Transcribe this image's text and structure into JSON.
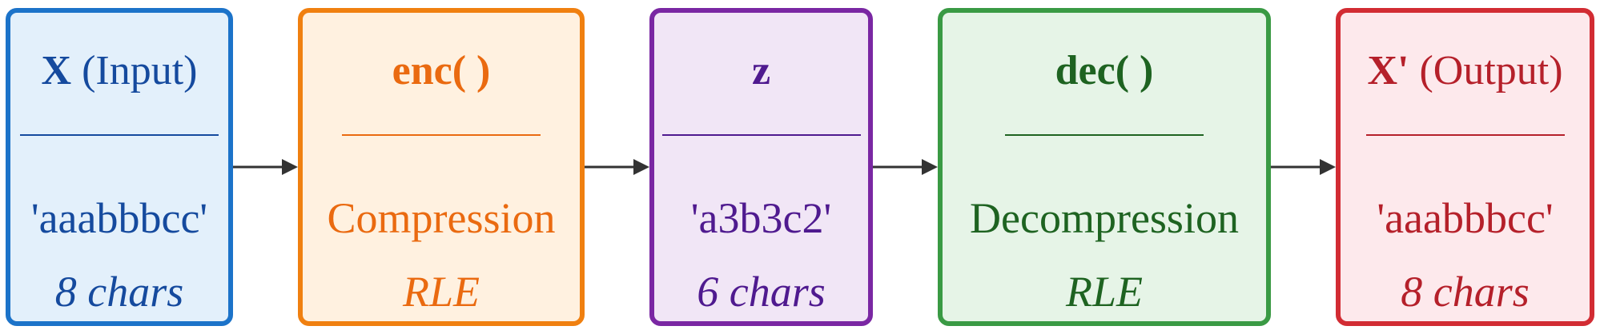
{
  "colors": {
    "input": {
      "fill": "#e3f0fb",
      "border": "#1c73c9",
      "text": "#154a9e"
    },
    "enc": {
      "fill": "#fff1e0",
      "border": "#f08010",
      "text": "#ea6a10"
    },
    "z": {
      "fill": "#f1e6f6",
      "border": "#7a27a3",
      "text": "#4f1a8f"
    },
    "dec": {
      "fill": "#e6f4e7",
      "border": "#3a9a44",
      "text": "#1e6321"
    },
    "output": {
      "fill": "#fde9ec",
      "border": "#d22c33",
      "text": "#b5202a"
    },
    "arrow": "#333333"
  },
  "nodes": {
    "input": {
      "symbol": "X",
      "label": " (Input)",
      "line1": "'aaabbbcc'",
      "line2": "8 chars"
    },
    "enc": {
      "symbol": "enc( )",
      "label": "",
      "line1": "Compression",
      "line2": "RLE"
    },
    "z": {
      "symbol": "z",
      "label": "",
      "line1": "'a3b3c2'",
      "line2": "6 chars"
    },
    "dec": {
      "symbol": "dec( )",
      "label": "",
      "line1": "Decompression",
      "line2": "RLE"
    },
    "output": {
      "symbol": "X'",
      "label": " (Output)",
      "line1": "'aaabbbcc'",
      "line2": "8 chars"
    }
  }
}
